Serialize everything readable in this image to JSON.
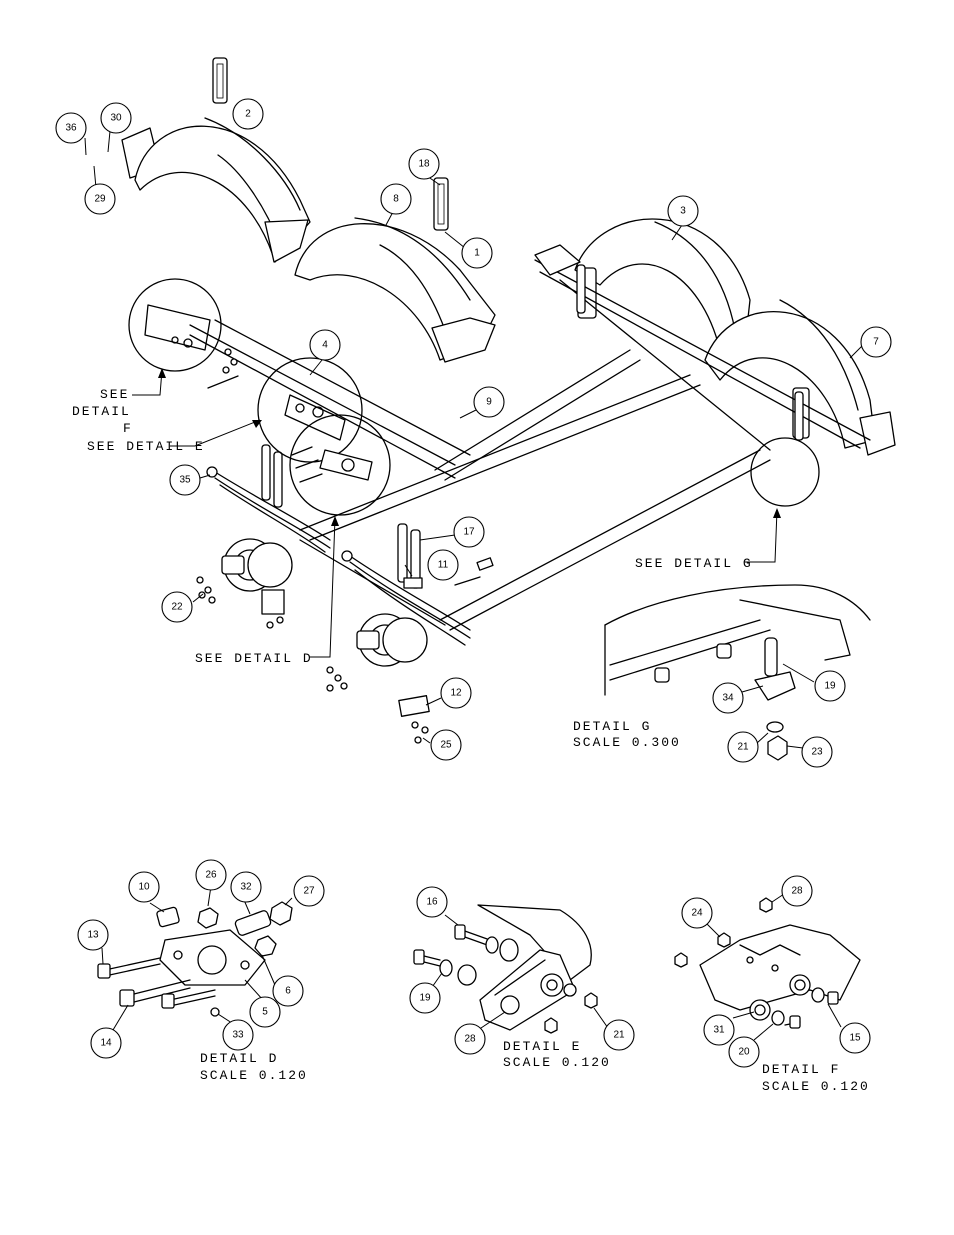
{
  "balloons": [
    {
      "id": "b-2",
      "label": "2"
    },
    {
      "id": "b-36",
      "label": "36"
    },
    {
      "id": "b-30",
      "label": "30"
    },
    {
      "id": "b-29",
      "label": "29"
    },
    {
      "id": "b-18",
      "label": "18"
    },
    {
      "id": "b-8",
      "label": "8"
    },
    {
      "id": "b-1",
      "label": "1"
    },
    {
      "id": "b-3",
      "label": "3"
    },
    {
      "id": "b-7",
      "label": "7"
    },
    {
      "id": "b-4",
      "label": "4"
    },
    {
      "id": "b-9",
      "label": "9"
    },
    {
      "id": "b-35",
      "label": "35"
    },
    {
      "id": "b-17",
      "label": "17"
    },
    {
      "id": "b-11",
      "label": "11"
    },
    {
      "id": "b-22",
      "label": "22"
    },
    {
      "id": "b-12",
      "label": "12"
    },
    {
      "id": "b-25",
      "label": "25"
    },
    {
      "id": "b-19g",
      "label": "19"
    },
    {
      "id": "b-34",
      "label": "34"
    },
    {
      "id": "b-21g",
      "label": "21"
    },
    {
      "id": "b-23",
      "label": "23"
    },
    {
      "id": "b-10",
      "label": "10"
    },
    {
      "id": "b-26",
      "label": "26"
    },
    {
      "id": "b-32",
      "label": "32"
    },
    {
      "id": "b-27",
      "label": "27"
    },
    {
      "id": "b-13",
      "label": "13"
    },
    {
      "id": "b-14",
      "label": "14"
    },
    {
      "id": "b-6",
      "label": "6"
    },
    {
      "id": "b-5",
      "label": "5"
    },
    {
      "id": "b-33",
      "label": "33"
    },
    {
      "id": "b-16",
      "label": "16"
    },
    {
      "id": "b-19e",
      "label": "19"
    },
    {
      "id": "b-28e",
      "label": "28"
    },
    {
      "id": "b-21e",
      "label": "21"
    },
    {
      "id": "b-28f",
      "label": "28"
    },
    {
      "id": "b-24",
      "label": "24"
    },
    {
      "id": "b-31",
      "label": "31"
    },
    {
      "id": "b-20",
      "label": "20"
    },
    {
      "id": "b-15",
      "label": "15"
    }
  ],
  "callouts": {
    "see_detail_f_1": "SEE",
    "see_detail_f_2": "DETAIL",
    "see_detail_f_3": "F",
    "see_detail_e": "SEE DETAIL  E",
    "see_detail_g": "SEE DETAIL  G",
    "see_detail_d": "SEE DETAIL  D"
  },
  "details": {
    "g": {
      "title": "DETAIL  G",
      "scale": "SCALE  0.300"
    },
    "d": {
      "title": "DETAIL  D",
      "scale": "SCALE  0.120"
    },
    "e": {
      "title": "DETAIL  E",
      "scale": "SCALE  0.120"
    },
    "f": {
      "title": "DETAIL  F",
      "scale": "SCALE  0.120"
    }
  }
}
